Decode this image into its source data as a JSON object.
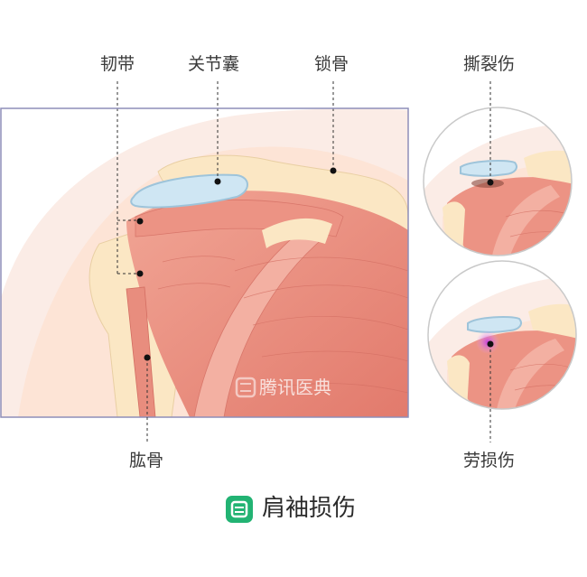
{
  "labels": {
    "ligament": "韧带",
    "bursa": "关节囊",
    "clavicle": "锁骨",
    "humerus": "肱骨",
    "tear": "撕裂伤",
    "strain": "劳损伤"
  },
  "watermark": "腾讯医典",
  "footer": {
    "title": "肩袖损伤"
  },
  "colors": {
    "muscle": "#e88d7e",
    "muscle_dark": "#d36e62",
    "bone": "#fbe7c4",
    "skin": "#fbeae2",
    "bursa": "#cfe6f3",
    "bursa_outline": "#9ec4da",
    "inflammation": "#d04fd8",
    "brand_green": "#22b373"
  }
}
